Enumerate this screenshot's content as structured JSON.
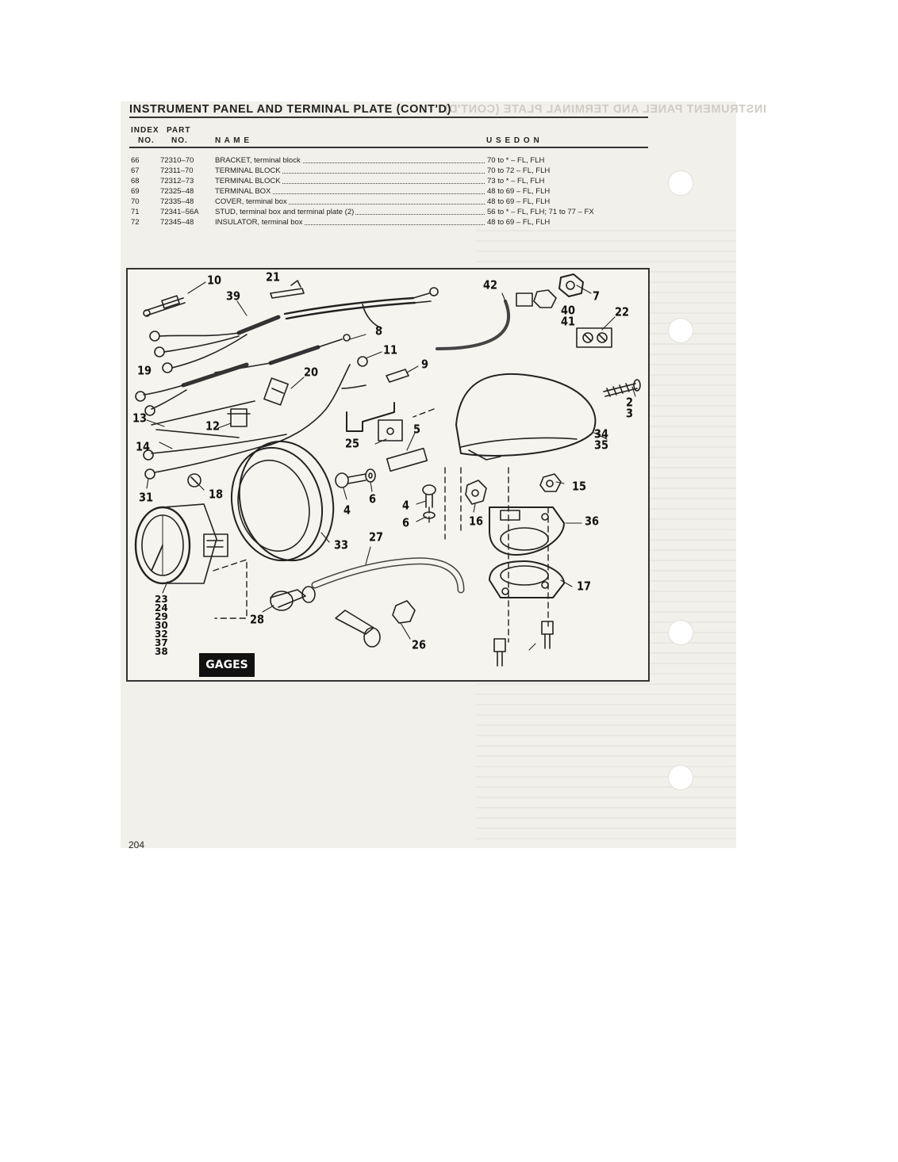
{
  "page": {
    "title": "INSTRUMENT PANEL AND TERMINAL PLATE (CONT'D)",
    "page_number": "204"
  },
  "table": {
    "headers": {
      "index_top": "INDEX",
      "index_bottom": "NO.",
      "part_top": "PART",
      "part_bottom": "NO.",
      "name": "N A M E",
      "used_on": "U S E D   O N"
    },
    "rows": [
      {
        "index": "66",
        "part": "72310–70",
        "name": "BRACKET, terminal block",
        "used_on": "70 to * – FL, FLH"
      },
      {
        "index": "67",
        "part": "72311–70",
        "name": "TERMINAL BLOCK",
        "used_on": "70 to 72 – FL, FLH"
      },
      {
        "index": "68",
        "part": "72312–73",
        "name": "TERMINAL BLOCK",
        "used_on": "73 to * – FL, FLH"
      },
      {
        "index": "69",
        "part": "72325–48",
        "name": "TERMINAL BOX",
        "used_on": "48 to 69 – FL, FLH"
      },
      {
        "index": "70",
        "part": "72335–48",
        "name": "COVER, terminal box",
        "used_on": "48 to 69 – FL, FLH"
      },
      {
        "index": "71",
        "part": "72341–56A",
        "name": "STUD, terminal box and terminal plate (2)",
        "used_on": "56 to * – FL, FLH; 71 to 77 – FX"
      },
      {
        "index": "72",
        "part": "72345–48",
        "name": "INSULATOR, terminal box",
        "used_on": "48 to 69 – FL, FLH"
      }
    ]
  },
  "diagram": {
    "caption": "GAGES",
    "callouts": {
      "c10": "10",
      "c21": "21",
      "c39": "39",
      "c42": "42",
      "c7": "7",
      "c40": "40",
      "c41": "41",
      "c22": "22",
      "c8": "8",
      "c11": "11",
      "c9": "9",
      "c19": "19",
      "c20": "20",
      "c2": "2",
      "c3": "3",
      "c13": "13",
      "c12": "12",
      "c5": "5",
      "c34": "34",
      "c35": "35",
      "c14": "14",
      "c25": "25",
      "c18": "18",
      "c4a": "4",
      "c6a": "6",
      "c15": "15",
      "c31": "31",
      "c4b": "4",
      "c6b": "6",
      "c16": "16",
      "c36": "36",
      "c33": "33",
      "c27": "27",
      "c17": "17",
      "c28": "28",
      "c26": "26"
    },
    "stack": [
      "23",
      "24",
      "29",
      "30",
      "32",
      "37",
      "38"
    ]
  }
}
